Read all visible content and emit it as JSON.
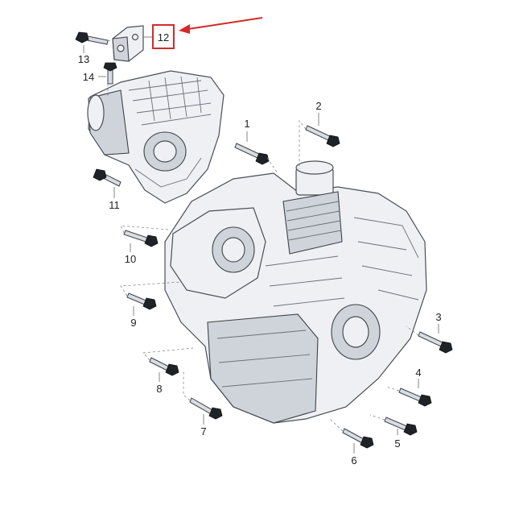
{
  "callouts": [
    "1",
    "2",
    "3",
    "4",
    "5",
    "6",
    "7",
    "8",
    "9",
    "10",
    "11",
    "12",
    "13",
    "14"
  ],
  "colors": {
    "highlight": "#d42a2a",
    "outline": "#4a4f57",
    "housing": "#eef0f3"
  },
  "icons": {
    "pointer": "arrow-right-icon"
  }
}
